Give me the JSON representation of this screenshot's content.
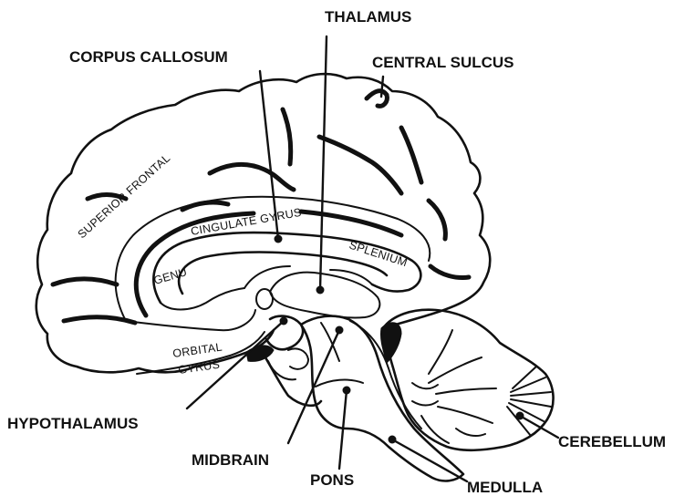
{
  "labels": {
    "thalamus": "THALAMUS",
    "corpus_callosum": "CORPUS CALLOSUM",
    "central_sulcus": "CENTRAL SULCUS",
    "superior_frontal": "SUPERIOR FRONTAL",
    "cingulate_gyrus": "CINGULATE GYRUS",
    "splenium": "SPLENIUM",
    "genu": "GENU",
    "orbital": "ORBITAL",
    "gyrus": "GYRUS",
    "hypothalamus": "HYPOTHALAMUS",
    "midbrain": "MIDBRAIN",
    "pons": "PONS",
    "medulla": "MEDULLA",
    "cerebellum": "CEREBELLUM"
  }
}
